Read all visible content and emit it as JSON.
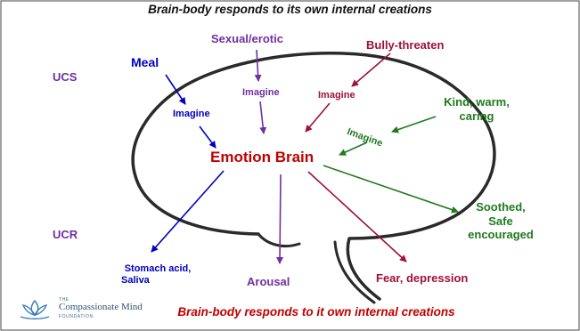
{
  "title_top": "Brain-body responds to its own internal creations",
  "title_bottom": "Brain-body responds to it own internal creations",
  "center": {
    "label": "Emotion Brain",
    "color": "#c00000"
  },
  "side_labels": {
    "ucs": "UCS",
    "ucr": "UCR",
    "color": "#7030a0"
  },
  "stimuli": {
    "meal": {
      "label": "Meal",
      "imagine": "Imagine",
      "response_line1": "Stomach acid,",
      "response_line2": "Saliva",
      "color": "#0000c0"
    },
    "sexual": {
      "label": "Sexual/erotic",
      "imagine": "Imagine",
      "response": "Arousal",
      "color": "#7030a0"
    },
    "bully": {
      "label": "Bully-threaten",
      "imagine": "Imagine",
      "response": "Fear, depression",
      "color": "#a0103a"
    },
    "kind": {
      "label_line1": "Kind, warm,",
      "label_line2": "caring",
      "imagine": "Imagine",
      "response_line1": "Soothed,",
      "response_line2": "Safe",
      "response_line3": "encouraged",
      "color": "#1f7a1f"
    }
  },
  "logo": {
    "the": "THE",
    "name": "Compassionate Mind",
    "foundation": "FOUNDATION",
    "color": "#2f5470"
  }
}
